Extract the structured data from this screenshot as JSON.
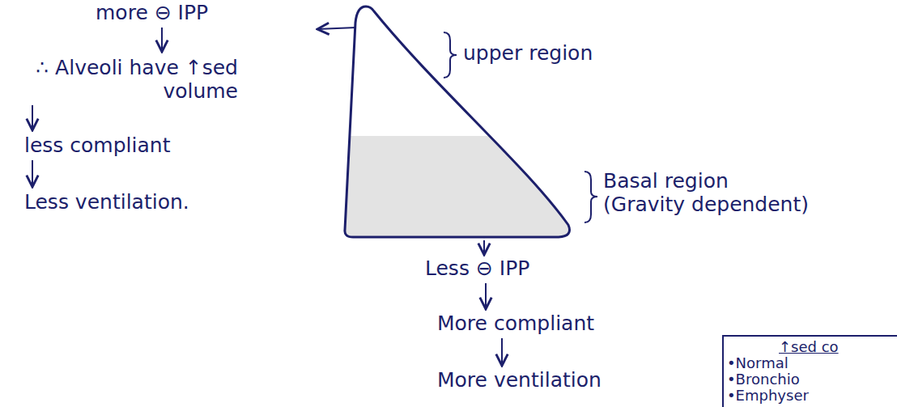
{
  "diagram": {
    "nodes": [
      {
        "text": [
          "↑sed co",
          "•Normal",
          "•Bronchio",
          "•Emphyser"
        ]
      }
    ],
    "labels": [
      "more ⊖ IPP",
      "∴ Alveoli have ↑sed volume",
      "less compliant",
      "Less ventilation.",
      "upper region",
      "Basal region (Gravity dependent)",
      "Less ⊖ IPP",
      "More compliant",
      "More ventilation"
    ]
  }
}
